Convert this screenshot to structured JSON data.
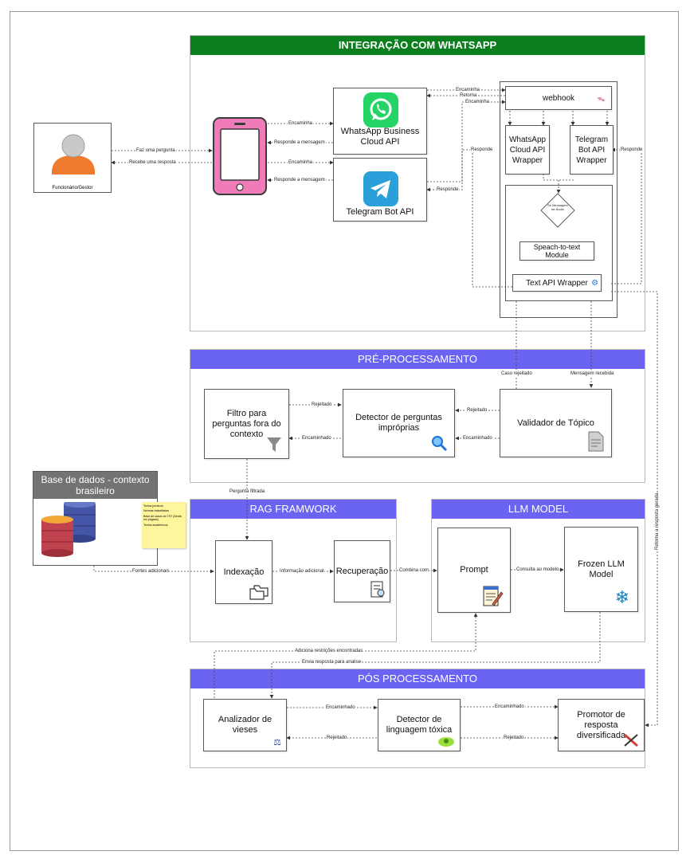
{
  "panels": {
    "whatsapp": {
      "title": "INTEGRAÇÃO COM WHATSAPP"
    },
    "pre": {
      "title": "PRÉ-PROCESSAMENTO"
    },
    "rag": {
      "title": "RAG FRAMWORK"
    },
    "llm": {
      "title": "LLM MODEL"
    },
    "pos": {
      "title": "PÓS PROCESSAMENTO"
    }
  },
  "colors": {
    "green": "#0b7e1e",
    "violet": "#6b63f2",
    "phone": "#ef7bb8",
    "db_head": "#737373",
    "sticky": "#fff59d"
  },
  "nodes": {
    "user": "Funcionário/Gestor",
    "whatsapp_api": "WhatsApp Business Cloud API",
    "telegram_api": "Telegram Bot API",
    "webhook": "webhook",
    "wa_wrapper": "WhatsApp Cloud API Wrapper",
    "tg_wrapper": "Telegram Bot API Wrapper",
    "audio_decision": "Se Mensagem de Áudio",
    "speech": "Speach-to-text Module",
    "text_wrapper": "Text API Wrapper",
    "filtro": "Filtro para perguntas fora do contexto",
    "detector_improprias": "Detector de perguntas impróprias",
    "validador": "Validador de Tópico",
    "db_title": "Base de dados - contexto brasileiro",
    "db_notes": [
      "Textos jurídicos",
      "Normas trabalhistas",
      "Base de casos do TST (Ainda em julgado)",
      "Textos acadêmicos"
    ],
    "indexacao": "Indexação",
    "recuperacao": "Recuperação",
    "prompt": "Prompt",
    "frozen": "Frozen LLM Model",
    "vieses": "Analizador de vieses",
    "toxica": "Detector de linguagem tóxica",
    "promotor": "Promotor de resposta diversificada"
  },
  "edges": {
    "faz_pergunta": "Faz uma pergunta",
    "recebe_resposta": "Recebe uma resposta",
    "encaminha": "Encaminha",
    "responde_mensagem": "Responde a mensagem",
    "retorna": "Retorna",
    "responde": "Responde",
    "caso_rejeitado": "Caso rejeitado",
    "mensagem_recebida": "Mensagem recebida",
    "rejeitado": "Rejeitado",
    "encaminhado": "Encaminhado",
    "pergunta_filtrada": "Pergunta filtrada",
    "fontes_adicionais": "Fontes adicionais",
    "informacao_adicional": "Informação adicional",
    "combina_com": "Combina com",
    "consulta_modelo": "Consulta ao modelo",
    "adiciona_restricoes": "Adiciona restrições encontradas",
    "envia_resposta": "Envia resposta para analise",
    "retorna_resposta_gerada": "Retorna a resposta gerada"
  }
}
